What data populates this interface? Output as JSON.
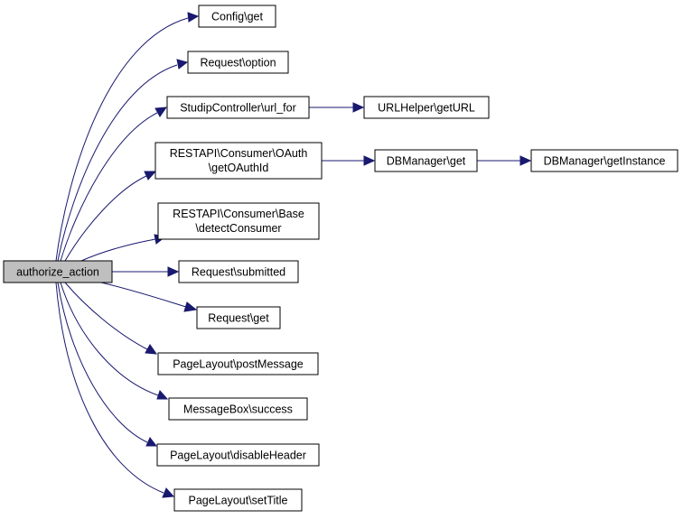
{
  "graph": {
    "root": {
      "id": "authorize",
      "label": "authorize_action"
    },
    "nodes": [
      {
        "id": "config_get",
        "label": "Config\\get"
      },
      {
        "id": "request_option",
        "label": "Request\\option"
      },
      {
        "id": "url_for",
        "label": "StudipController\\url_for"
      },
      {
        "id": "oauth_getid",
        "lines": [
          "RESTAPI\\Consumer\\OAuth",
          "\\getOAuthId"
        ]
      },
      {
        "id": "detect_consumer",
        "lines": [
          "RESTAPI\\Consumer\\Base",
          "\\detectConsumer"
        ]
      },
      {
        "id": "request_submitted",
        "label": "Request\\submitted"
      },
      {
        "id": "request_get",
        "label": "Request\\get"
      },
      {
        "id": "post_message",
        "label": "PageLayout\\postMessage"
      },
      {
        "id": "msgbox_success",
        "label": "MessageBox\\success"
      },
      {
        "id": "disable_header",
        "label": "PageLayout\\disableHeader"
      },
      {
        "id": "set_title",
        "label": "PageLayout\\setTitle"
      },
      {
        "id": "urlhelper_geturl",
        "label": "URLHelper\\getURL"
      },
      {
        "id": "dbmanager_get",
        "label": "DBManager\\get"
      },
      {
        "id": "dbmanager_getinstance",
        "label": "DBManager\\getInstance"
      }
    ],
    "edges": [
      {
        "from": "authorize",
        "to": "config_get"
      },
      {
        "from": "authorize",
        "to": "request_option"
      },
      {
        "from": "authorize",
        "to": "url_for"
      },
      {
        "from": "authorize",
        "to": "oauth_getid"
      },
      {
        "from": "authorize",
        "to": "detect_consumer"
      },
      {
        "from": "authorize",
        "to": "request_submitted"
      },
      {
        "from": "authorize",
        "to": "request_get"
      },
      {
        "from": "authorize",
        "to": "post_message"
      },
      {
        "from": "authorize",
        "to": "msgbox_success"
      },
      {
        "from": "authorize",
        "to": "disable_header"
      },
      {
        "from": "authorize",
        "to": "set_title"
      },
      {
        "from": "url_for",
        "to": "urlhelper_geturl"
      },
      {
        "from": "oauth_getid",
        "to": "dbmanager_get"
      },
      {
        "from": "dbmanager_get",
        "to": "dbmanager_getinstance"
      }
    ],
    "colors": {
      "edge": "#191970",
      "root_fill": "#bfbfbf",
      "node_fill": "#ffffff",
      "node_border": "#000000"
    }
  }
}
